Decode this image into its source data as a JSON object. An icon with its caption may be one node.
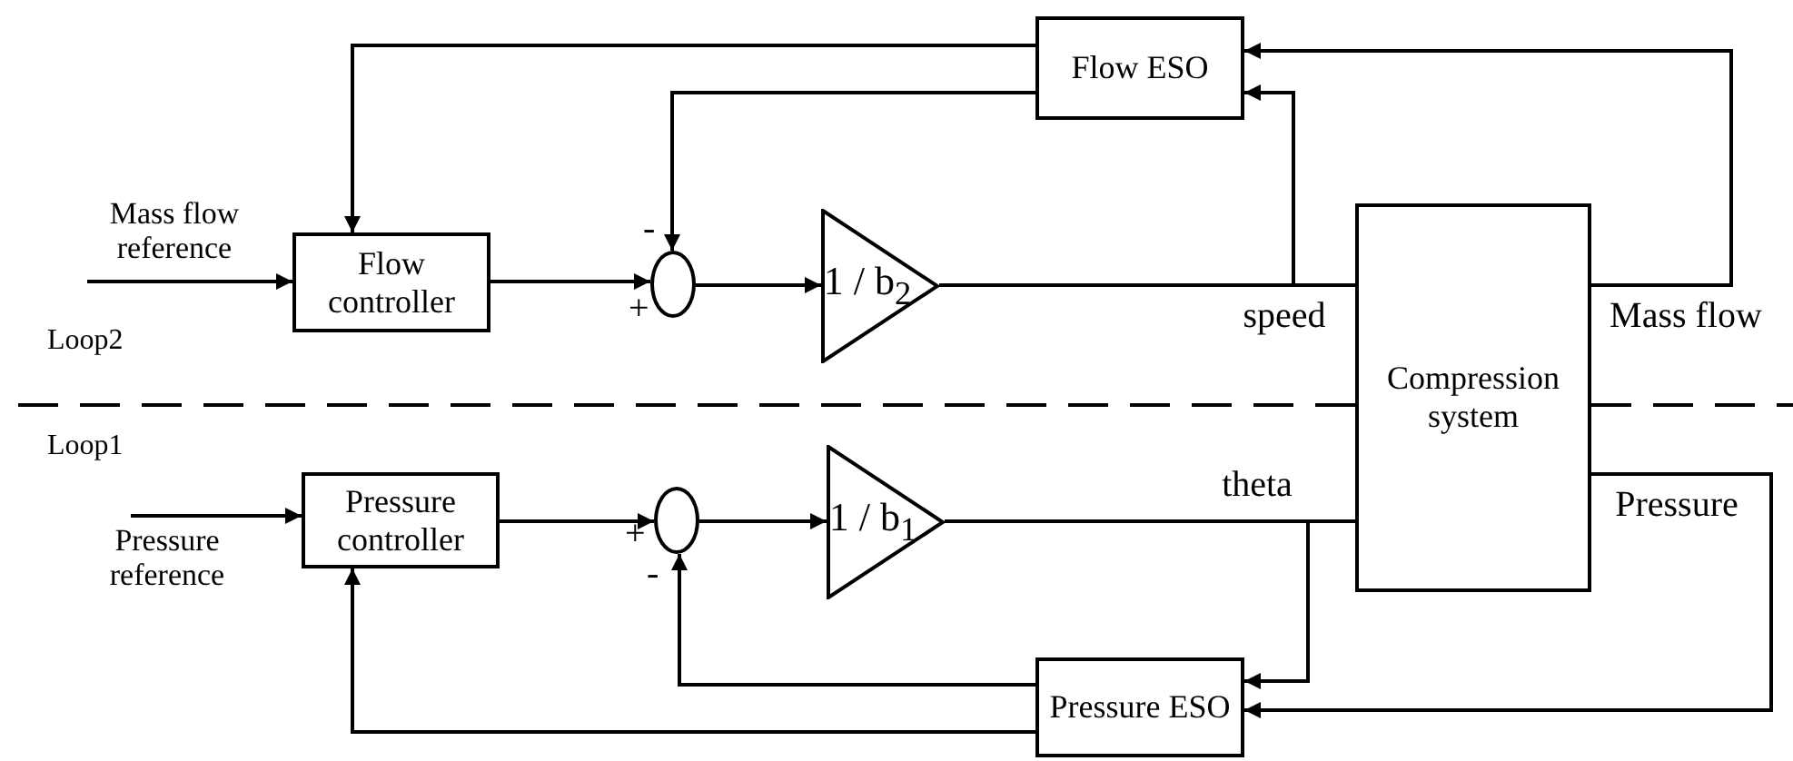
{
  "diagram": {
    "nodes": [
      {
        "text": [
          "Flow controller"
        ]
      },
      {
        "text": [],
        "shape": "circle"
      },
      {
        "text": [
          "1 / b$_{2}$"
        ]
      },
      {
        "text": [
          "Flow ESO"
        ]
      },
      {
        "text": [
          "Compression system"
        ]
      },
      {
        "text": [
          "Pressure controller"
        ]
      },
      {
        "text": [],
        "shape": "circle"
      },
      {
        "text": [
          "1 / b$_{1}$"
        ]
      },
      {
        "text": [
          "Pressure ESO"
        ]
      }
    ],
    "edges": [
      {
        "from": null,
        "to": 0,
        "arrow": "to",
        "label": "Mass flow reference"
      },
      {
        "from": 0,
        "to": 1,
        "arrow": "to"
      },
      {
        "from": 1,
        "to": 2,
        "arrow": "to"
      },
      {
        "from": 2,
        "to": 4,
        "arrow": "none",
        "label": "speed"
      },
      {
        "from": 2,
        "to": 3,
        "arrow": "to"
      },
      {
        "from": 4,
        "to": 3,
        "arrow": "to",
        "label": "Mass flow"
      },
      {
        "from": 3,
        "to": 0,
        "arrow": "to"
      },
      {
        "from": 3,
        "to": 1,
        "arrow": "to"
      },
      {
        "from": null,
        "to": 5,
        "arrow": "to",
        "label": "Pressure reference"
      },
      {
        "from": 5,
        "to": 6,
        "arrow": "to"
      },
      {
        "from": 6,
        "to": 7,
        "arrow": "to"
      },
      {
        "from": 7,
        "to": 4,
        "arrow": "none",
        "label": "theta"
      },
      {
        "from": 7,
        "to": 8,
        "arrow": "to"
      },
      {
        "from": 4,
        "to": 8,
        "arrow": "to",
        "label": "Pressure"
      },
      {
        "from": 8,
        "to": 5,
        "arrow": "to"
      },
      {
        "from": 8,
        "to": 6,
        "arrow": "to"
      }
    ],
    "labels": [
      "-",
      "+",
      "Loop2",
      "Loop1",
      "+",
      "-"
    ]
  }
}
